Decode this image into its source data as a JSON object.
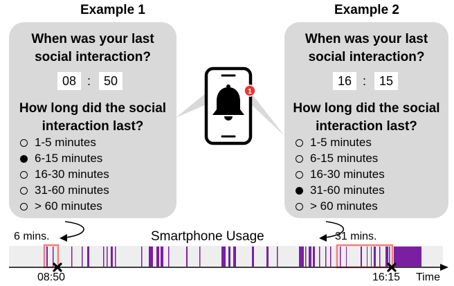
{
  "example1": {
    "title": "Example 1",
    "q1": "When was your last social interaction?",
    "hour": "08",
    "minute": "50",
    "separator": ":",
    "q2": "How long did the social interaction last?",
    "options": [
      "1-5 minutes",
      "6-15 minutes",
      "16-30 minutes",
      "31-60 minutes",
      "> 60 minutes"
    ],
    "selected_index": 1
  },
  "example2": {
    "title": "Example 2",
    "q1": "When was your last social interaction?",
    "hour": "16",
    "minute": "15",
    "separator": ":",
    "q2": "How long did the social interaction last?",
    "options": [
      "1-5 minutes",
      "6-15 minutes",
      "16-30 minutes",
      "31-60 minutes",
      "> 60 minutes"
    ],
    "selected_index": 3
  },
  "phone": {
    "icon": "smartphone-bell-icon",
    "badge": "1",
    "colors": {
      "badge": "#e53935"
    }
  },
  "timeline": {
    "title": "Smartphone Usage",
    "annotation_left": "6 mins.",
    "annotation_right": "31 mins.",
    "time_left": "08:50",
    "time_right": "16:15",
    "axis_label": "Time",
    "colors": {
      "usage": "#7a1fa2",
      "highlight": "#f08080",
      "track": "#e6e6e6"
    }
  }
}
